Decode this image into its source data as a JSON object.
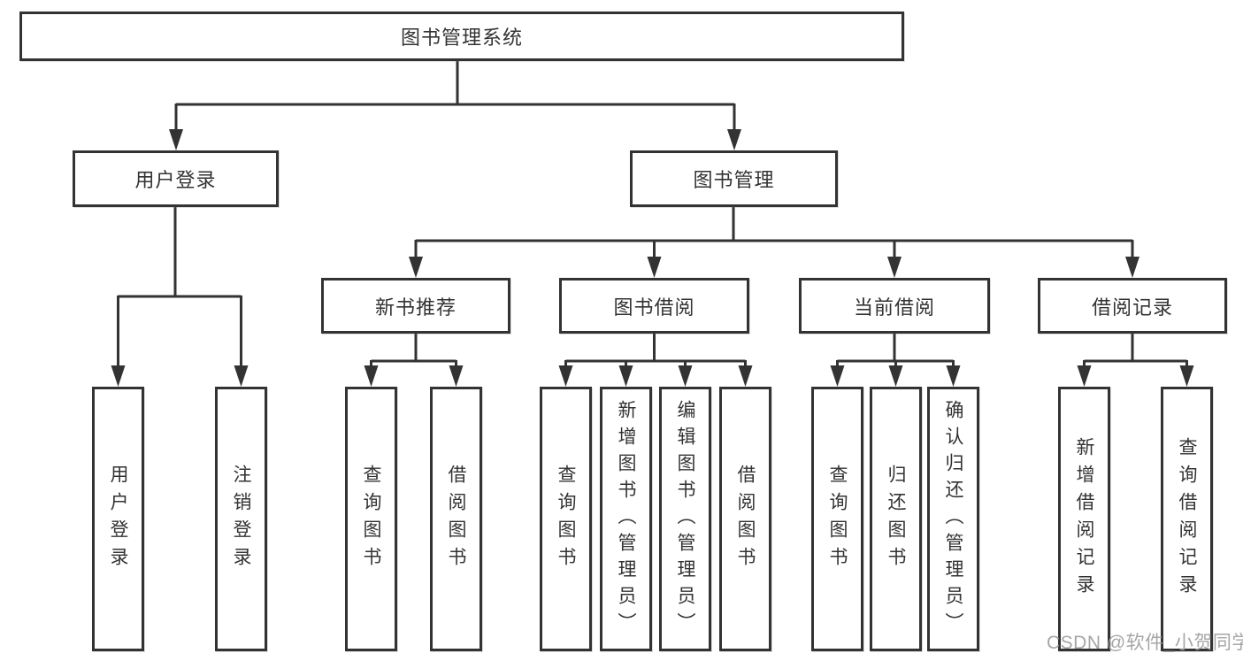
{
  "diagram": {
    "type": "tree",
    "root": {
      "label": "图书管理系统",
      "children": [
        {
          "label": "用户登录",
          "children": [
            {
              "label": "用户登录"
            },
            {
              "label": "注销登录"
            }
          ]
        },
        {
          "label": "图书管理",
          "children": [
            {
              "label": "新书推荐",
              "children": [
                {
                  "label": "查询图书"
                },
                {
                  "label": "借阅图书"
                }
              ]
            },
            {
              "label": "图书借阅",
              "children": [
                {
                  "label": "查询图书"
                },
                {
                  "label": "新增图书（管理员）"
                },
                {
                  "label": "编辑图书（管理员）"
                },
                {
                  "label": "借阅图书"
                }
              ]
            },
            {
              "label": "当前借阅",
              "children": [
                {
                  "label": "查询图书"
                },
                {
                  "label": "归还图书"
                },
                {
                  "label": "确认归还（管理员）"
                }
              ]
            },
            {
              "label": "借阅记录",
              "children": [
                {
                  "label": "新增借阅记录"
                },
                {
                  "label": "查询借阅记录"
                }
              ]
            }
          ]
        }
      ]
    },
    "colors": {
      "line": "#333333",
      "text": "#333333",
      "box_background": "#ffffff",
      "watermark": "#9e9e9e"
    }
  },
  "watermark": {
    "text": "CSDN @软件_小贺同学"
  }
}
